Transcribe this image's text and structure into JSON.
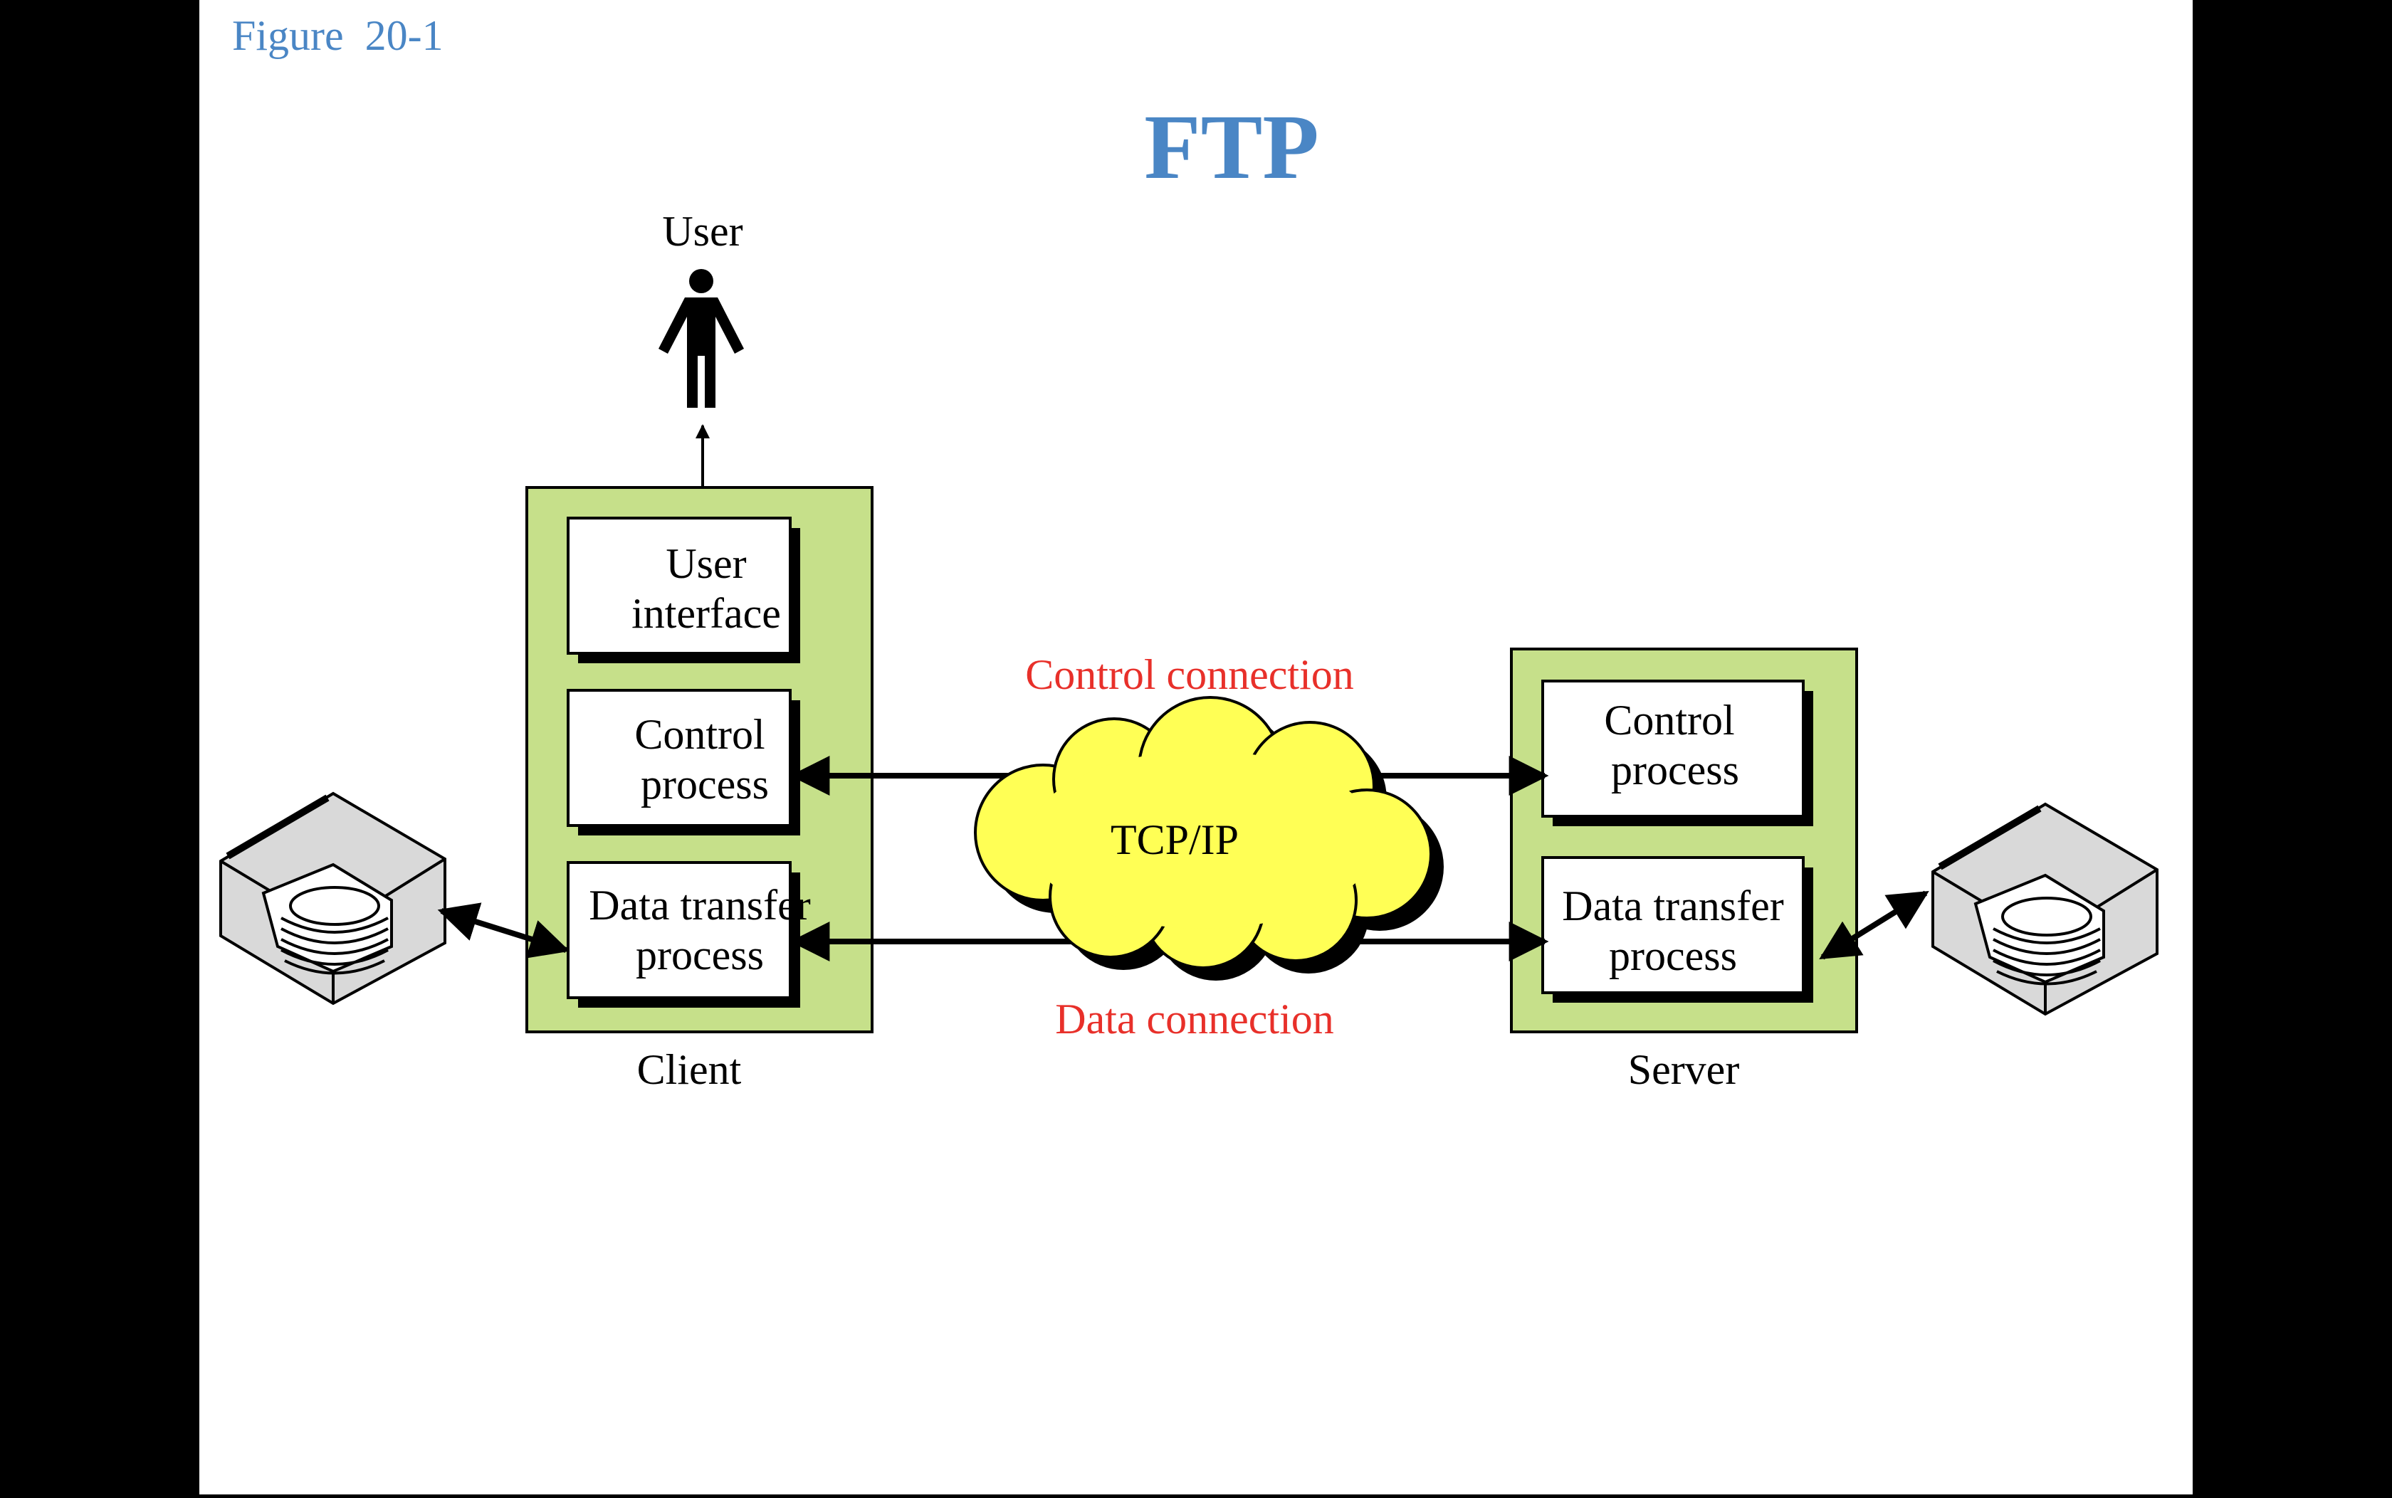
{
  "slide": {
    "figure_label": "Figure  20-1",
    "title": "FTP"
  },
  "colors": {
    "title_blue": "#4a86c5",
    "label_red": "#e8302a",
    "panel_green": "#c6e08a",
    "cloud_yellow": "#ffff55",
    "ink": "#000000"
  },
  "diagram": {
    "user_label": "User",
    "client": {
      "caption": "Client",
      "boxes": {
        "user_interface": [
          "User",
          "interface"
        ],
        "control_process": [
          "Control",
          "process"
        ],
        "data_transfer_process": [
          "Data transfer",
          "process"
        ]
      }
    },
    "server": {
      "caption": "Server",
      "boxes": {
        "control_process": [
          "Control",
          "process"
        ],
        "data_transfer_process": [
          "Data transfer",
          "process"
        ]
      }
    },
    "network": {
      "cloud_label": "TCP/IP",
      "control_connection": "Control connection",
      "data_connection": "Data connection"
    },
    "icons": {
      "user": "person-icon",
      "client_storage": "hard-disk-icon",
      "server_storage": "hard-disk-icon"
    }
  }
}
